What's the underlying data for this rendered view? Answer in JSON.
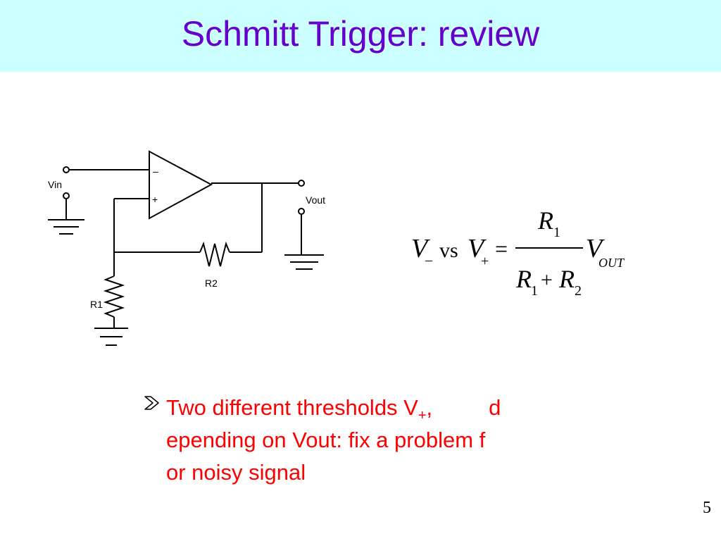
{
  "slide": {
    "title": "Schmitt Trigger: review",
    "page_number": "5"
  },
  "circuit": {
    "opamp_minus": "–",
    "opamp_plus": "+",
    "vin_label": "Vin",
    "vout_label": "Vout",
    "r1_label": "R1",
    "r2_label": "R2"
  },
  "formula": {
    "lhs_v": "V",
    "lhs_v_sub": "–",
    "vs_text": "vs",
    "mid_v": "V",
    "mid_v_sub": "+",
    "equals": "=",
    "num_r": "R",
    "num_r_sub": "1",
    "den_r1": "R",
    "den_r1_sub": "1",
    "den_plus": "+",
    "den_r2": "R",
    "den_r2_sub": "2",
    "out_v": "V",
    "out_v_sub": "OUT"
  },
  "bullet": {
    "text_part1": "Two different thresholds V",
    "text_sub": "+",
    "text_part2": ",",
    "text_part3": "d",
    "text_line2": "epending on Vout: fix a problem f",
    "text_line3": "or noisy signal"
  },
  "colors": {
    "title_bg": "#ccffff",
    "title_text": "#6600cc",
    "bullet_text": "#ff0000"
  }
}
